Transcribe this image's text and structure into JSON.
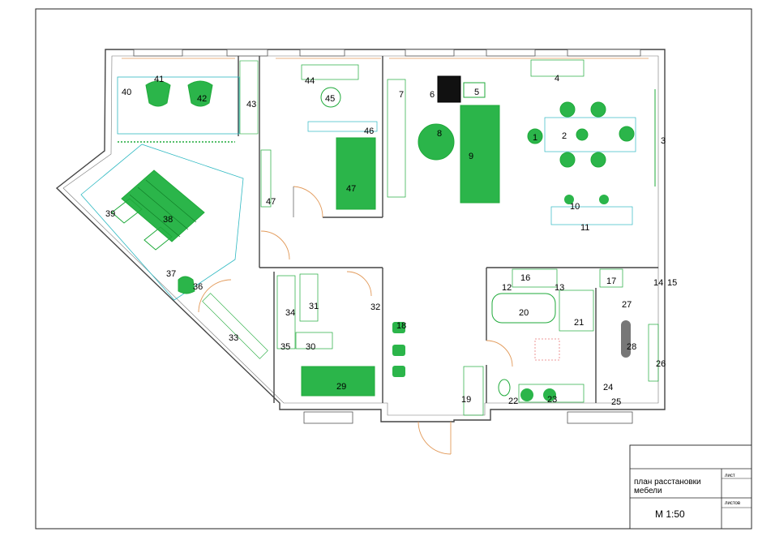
{
  "sheet": {
    "colors": {
      "wall": "#444444",
      "furniture": "#1faa3a",
      "furniture_fill": "#2bb54a",
      "outline": "#1faa3a",
      "cyan": "#2fb9c2",
      "door": "#e29a5a",
      "tile": "#e87a7a",
      "grey": "#777777"
    }
  },
  "plan": {
    "labels": [
      {
        "id": "1",
        "text": "1"
      },
      {
        "id": "2",
        "text": "2"
      },
      {
        "id": "3",
        "text": "3"
      },
      {
        "id": "4",
        "text": "4"
      },
      {
        "id": "5",
        "text": "5"
      },
      {
        "id": "6",
        "text": "6"
      },
      {
        "id": "7",
        "text": "7"
      },
      {
        "id": "8",
        "text": "8"
      },
      {
        "id": "9",
        "text": "9"
      },
      {
        "id": "10",
        "text": "10"
      },
      {
        "id": "11",
        "text": "11"
      },
      {
        "id": "12",
        "text": "12"
      },
      {
        "id": "13",
        "text": "13"
      },
      {
        "id": "14",
        "text": "14"
      },
      {
        "id": "15",
        "text": "15"
      },
      {
        "id": "16",
        "text": "16"
      },
      {
        "id": "17",
        "text": "17"
      },
      {
        "id": "18",
        "text": "18"
      },
      {
        "id": "19",
        "text": "19"
      },
      {
        "id": "20",
        "text": "20"
      },
      {
        "id": "21",
        "text": "21"
      },
      {
        "id": "22",
        "text": "22"
      },
      {
        "id": "23",
        "text": "23"
      },
      {
        "id": "24",
        "text": "24"
      },
      {
        "id": "25",
        "text": "25"
      },
      {
        "id": "26",
        "text": "26"
      },
      {
        "id": "27",
        "text": "27"
      },
      {
        "id": "28",
        "text": "28"
      },
      {
        "id": "29",
        "text": "29"
      },
      {
        "id": "30",
        "text": "30"
      },
      {
        "id": "31",
        "text": "31"
      },
      {
        "id": "32",
        "text": "32"
      },
      {
        "id": "33",
        "text": "33"
      },
      {
        "id": "34",
        "text": "34"
      },
      {
        "id": "35",
        "text": "35"
      },
      {
        "id": "36",
        "text": "36"
      },
      {
        "id": "37",
        "text": "37"
      },
      {
        "id": "38",
        "text": "38"
      },
      {
        "id": "39",
        "text": "39"
      },
      {
        "id": "40",
        "text": "40"
      },
      {
        "id": "41",
        "text": "41"
      },
      {
        "id": "42",
        "text": "42"
      },
      {
        "id": "43",
        "text": "43"
      },
      {
        "id": "44",
        "text": "44"
      },
      {
        "id": "45",
        "text": "45"
      },
      {
        "id": "46",
        "text": "46"
      },
      {
        "id": "47a",
        "text": "47"
      },
      {
        "id": "47b",
        "text": "47"
      }
    ]
  },
  "title_block": {
    "sheet_label": "лист",
    "sheets_label": "листов",
    "title": "план расстановки мебели",
    "title_line1": "план расстановки",
    "title_line2": "мебели",
    "scale": "М 1:50"
  }
}
